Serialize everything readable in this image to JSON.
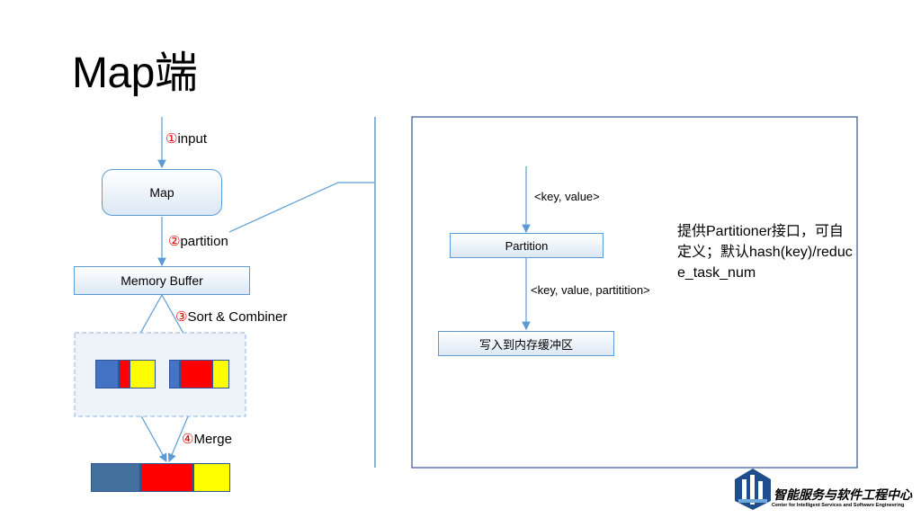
{
  "slide": {
    "title": "Map端"
  },
  "left_flow": {
    "step1": {
      "num": "①",
      "text": "input"
    },
    "map_box": "Map",
    "step2": {
      "num": "②",
      "text": "partition"
    },
    "buffer_box": "Memory Buffer",
    "step3": {
      "num": "③",
      "text": "Sort & Combiner"
    },
    "step4": {
      "num": "④",
      "text": "Merge"
    }
  },
  "right_detail": {
    "label_kv": "<key, value>",
    "partition_box": "Partition",
    "label_kvp": "<key, value, partitition>",
    "write_box": "写入到内存缓冲区",
    "note": "提供Partitioner接口，可自定义；默认hash(key)/reduce_task_num"
  },
  "colors": {
    "line": "#5b9bd5",
    "blue": "#4472c4",
    "red": "#ff0000",
    "yellow": "#ffff00",
    "dark_blue": "#41719c",
    "number_red": "#e00000"
  },
  "logo": {
    "name": "智能服务与软件工程中心",
    "subtitle": "Center for Intelligent Services and Software Engineering"
  }
}
